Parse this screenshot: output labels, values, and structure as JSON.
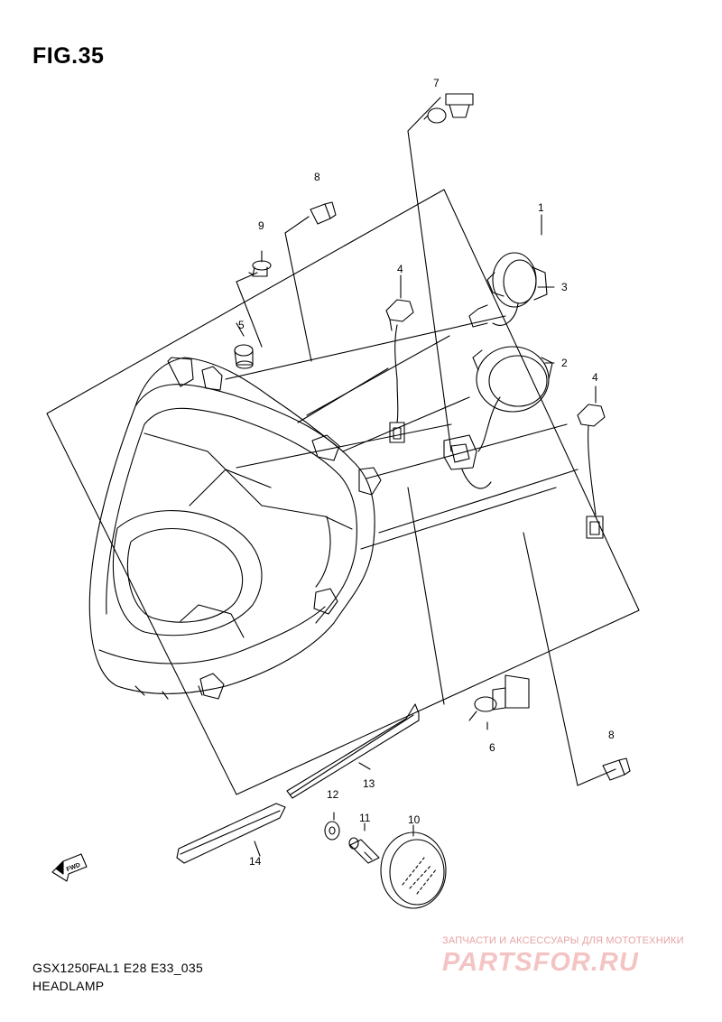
{
  "figure": {
    "title": "FIG.35",
    "model_code": "GSX1250FAL1 E28 E33_035",
    "section_name": "HEADLAMP"
  },
  "callouts": [
    "1",
    "2",
    "3",
    "4",
    "4",
    "5",
    "6",
    "7",
    "8",
    "8",
    "9",
    "10",
    "11",
    "12",
    "13",
    "14"
  ],
  "fwd_marker": "FWD",
  "watermark": {
    "tagline": "ЗАПЧАСТИ И АКСЕССУАРЫ ДЛЯ МОТОТЕХНИКИ",
    "logo_text": "PARTSFOR.RU",
    "color": "#f2bcbc"
  },
  "colors": {
    "line": "#000000",
    "background": "#ffffff"
  }
}
